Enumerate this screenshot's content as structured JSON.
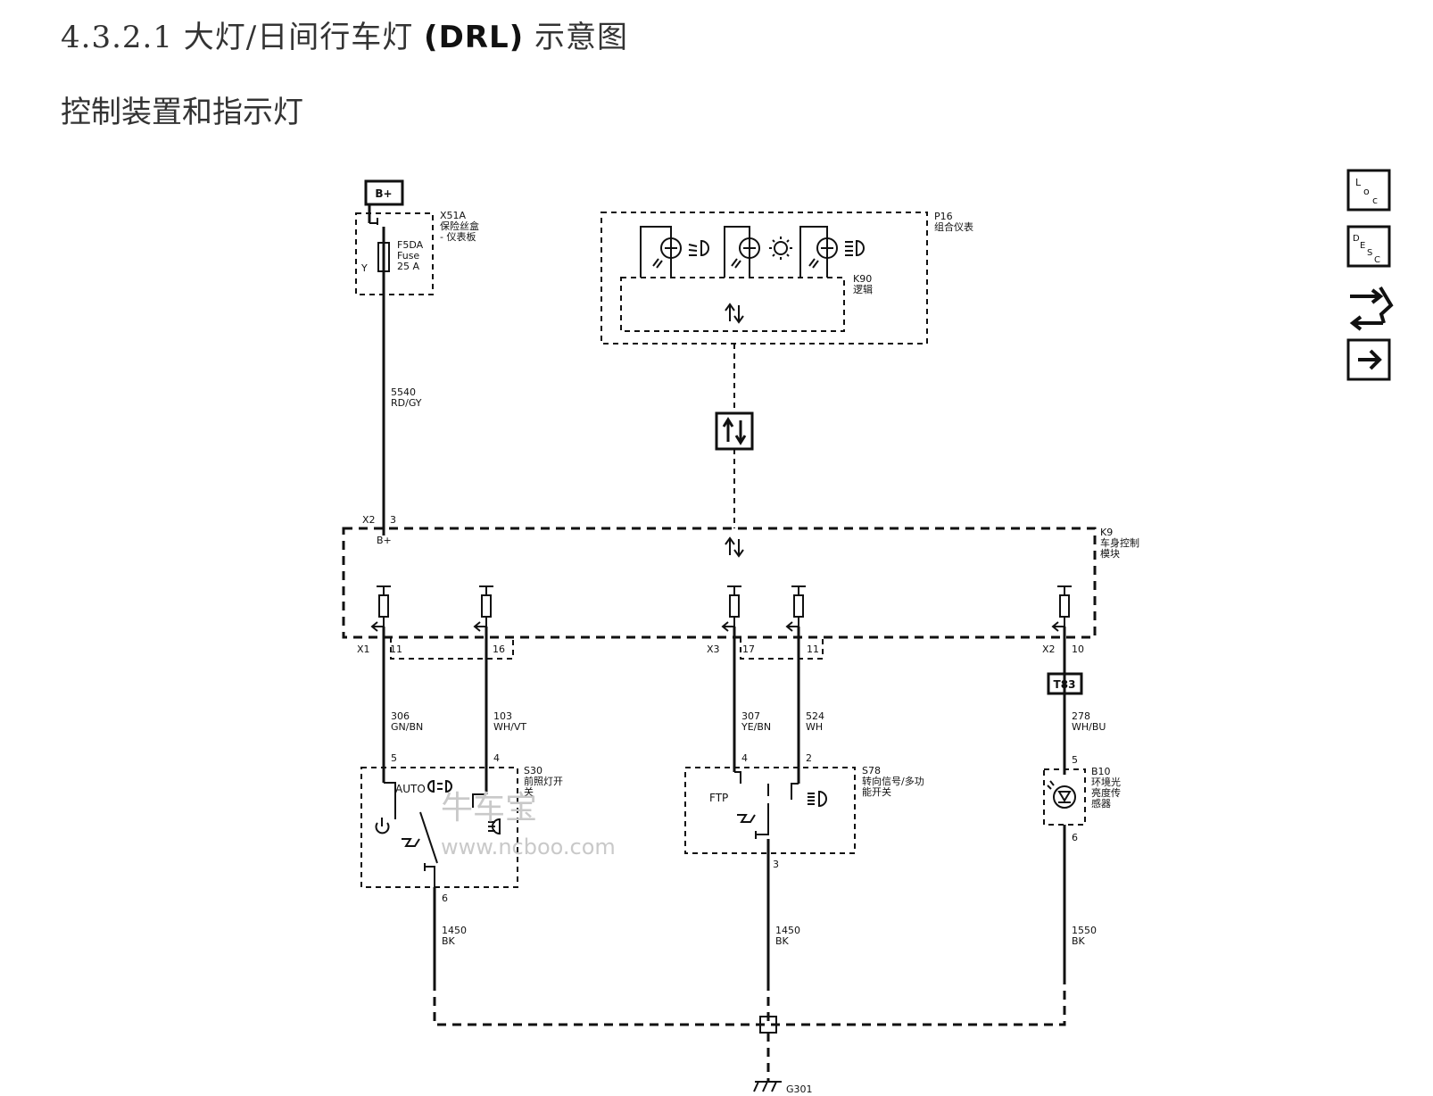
{
  "title": {
    "number": "4.3.2.1",
    "main": "大灯/日间行车灯",
    "abbr": "(DRL)",
    "suffix": "示意图"
  },
  "subtitle": "控制装置和指示灯",
  "side_icons": [
    "loc-icon",
    "desc-icon",
    "connector-icon",
    "arrow-right-icon"
  ],
  "power": {
    "label": "B+"
  },
  "fuse_block": {
    "ref": "X51A",
    "name_1": "保险丝盒",
    "name_2": "- 仪表板",
    "fuse_1": "F5DA",
    "fuse_2": "Fuse",
    "fuse_3": "25 A",
    "pin": "Y"
  },
  "cluster": {
    "ref": "P16",
    "name": "组合仪表",
    "logic_ref": "K90",
    "logic_name": "逻辑"
  },
  "bcm": {
    "ref": "K9",
    "name_1": "车身控制",
    "name_2": "模块",
    "conn_x2": "X2",
    "pin_3": "3",
    "bplus": "B+"
  },
  "wire_top": {
    "circuit": "5540",
    "color": "RD/GY"
  },
  "bcm_pins": {
    "x1": "X1",
    "p11": "11",
    "p16": "16",
    "x3": "X3",
    "p17": "17",
    "p11b": "11",
    "x2": "X2",
    "p10": "10"
  },
  "t83": "T83",
  "wires": [
    {
      "circuit": "306",
      "color": "GN/BN"
    },
    {
      "circuit": "103",
      "color": "WH/VT"
    },
    {
      "circuit": "307",
      "color": "YE/BN"
    },
    {
      "circuit": "524",
      "color": "WH"
    },
    {
      "circuit": "278",
      "color": "WH/BU"
    }
  ],
  "s30": {
    "ref": "S30",
    "name_1": "前照灯开",
    "name_2": "关",
    "auto": "AUTO",
    "pin_5": "5",
    "pin_4": "4",
    "pin_6": "6"
  },
  "s78": {
    "ref": "S78",
    "name_1": "转向信号/多功",
    "name_2": "能开关",
    "ftp": "FTP",
    "pin_4": "4",
    "pin_2": "2",
    "pin_3": "3"
  },
  "b10": {
    "ref": "B10",
    "name_1": "环境光",
    "name_2": "亮度传",
    "name_3": "感器",
    "pin_5": "5",
    "pin_6": "6"
  },
  "ground_wires": [
    {
      "circuit": "1450",
      "color": "BK"
    },
    {
      "circuit": "1450",
      "color": "BK"
    },
    {
      "circuit": "1550",
      "color": "BK"
    }
  ],
  "ground": "G301",
  "watermark": {
    "line1": "牛车宝",
    "line2": "www.ncboo.com"
  }
}
